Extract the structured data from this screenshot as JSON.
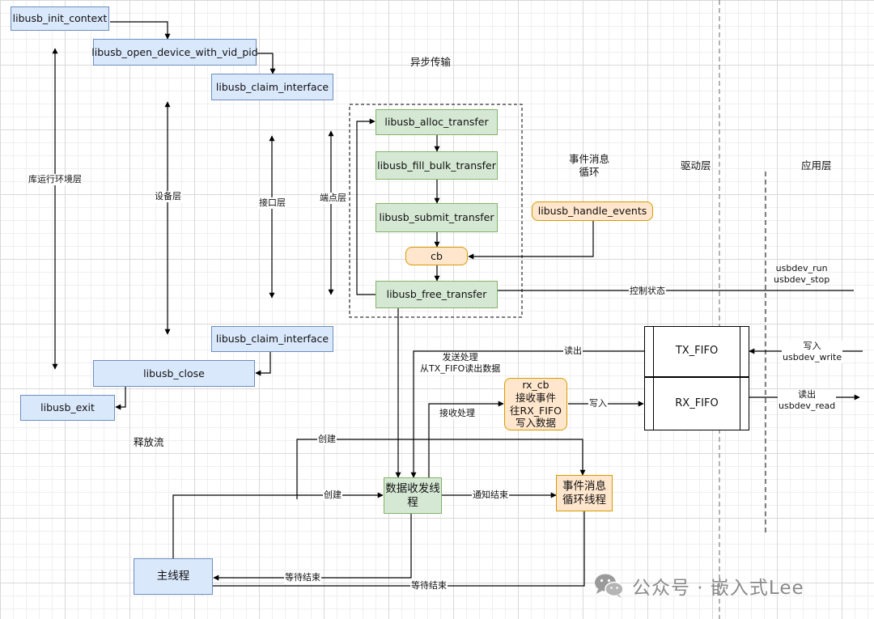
{
  "boxes": {
    "init_context": "libusb_init_context",
    "open_device": "libusb_open_device_with_vid_pid",
    "claim_interface_top": "libusb_claim_interface",
    "claim_interface_bottom": "libusb_claim_interface",
    "close": "libusb_close",
    "exit": "libusb_exit",
    "alloc_transfer": "libusb_alloc_transfer",
    "fill_bulk_transfer": "libusb_fill_bulk_transfer",
    "submit_transfer": "libusb_submit_transfer",
    "cb": "cb",
    "free_transfer": "libusb_free_transfer",
    "handle_events": "libusb_handle_events",
    "tx_fifo": "TX_FIFO",
    "rx_fifo": "RX_FIFO",
    "rx_cb": "rx_cb\n接收事件\n往RX_FIFO\n写入数据",
    "data_thread": "数据收发线\n程",
    "event_thread": "事件消息\n循环线程",
    "main_thread": "主线程"
  },
  "labels": {
    "async_transfer": "异步传输",
    "event_loop": "事件消息\n循环",
    "driver_layer": "驱动层",
    "app_layer": "应用层",
    "lib_env_layer": "库运行环境层",
    "device_layer": "设备层",
    "interface_layer": "接口层",
    "endpoint_layer": "端点层",
    "release_flow": "释放流",
    "usbdev_run_stop": "usbdev_run\nusbdev_stop",
    "control_state": "控制状态",
    "write_usbdev": "写入\nusbdev_write",
    "read_usbdev": "读出\nusbdev_read",
    "read_out": "读出",
    "send_process": "发送处理\n从TX_FIFO读出数据",
    "write_in": "写入",
    "recv_process": "接收处理",
    "create_top": "创建",
    "create_mid": "创建",
    "notify_end": "通知结束",
    "wait_end_1": "等待结束",
    "wait_end_2": "等待结束"
  },
  "watermark": "公众号 · 嵌入式Lee"
}
